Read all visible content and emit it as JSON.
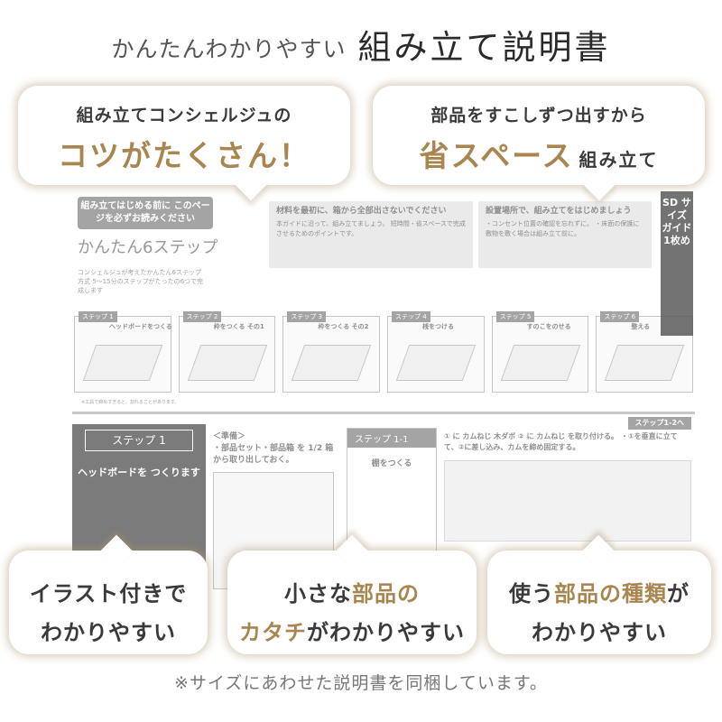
{
  "header": {
    "sub": "かんたんわかりやすい",
    "main": "組み立て説明書"
  },
  "bubbles": {
    "top_left": {
      "line1": "組み立てコンシェルジュの",
      "line2": "コツがたくさん！"
    },
    "top_right": {
      "line1": "部品をすこしずつ出すから",
      "line2": "省スペース",
      "line2_small": "組み立て"
    },
    "bottom_left": {
      "line1": "イラスト付きで",
      "line2": "わかりやすい"
    },
    "bottom_center": {
      "line1_plain": "小さな",
      "line1_gold": "部品の",
      "line2_gold": "カタチ",
      "line2_plain": "がわかりやすい"
    },
    "bottom_right": {
      "line1_plain": "使う",
      "line1_gold": "部品の種類",
      "line1_end": "が",
      "line2": "わかりやすい"
    }
  },
  "manual": {
    "intro_title": "組み立てはじめる前に このページを必ずお読みください",
    "easy6": "かんたん6ステップ",
    "easy6_sub": "コンシェルジュが考えたかんたん6ステップ方式 5〜15分のステップがたったの6つで完成します",
    "warn1_title": "材料を最初に、箱から全部出さないでください",
    "warn1_text": "本ガイドに沿って、組み立てましょう。 短時間・省スペースで完成させるためのポイントです。",
    "warn2_title": "設置場所で、組み立てをはじめましょう",
    "warn2_text": "・コンセント位置の確認を忘れずに。 ・床面の保護に敷物を敷く場合は組み立て前に。",
    "sd_tab": "SD サイズ ガイド 1枚め",
    "steps": [
      {
        "num": "ステップ 1",
        "label": "ヘッドボードをつくる"
      },
      {
        "num": "ステップ 2",
        "label": "枠をつくる その1"
      },
      {
        "num": "ステップ 3",
        "label": "枠をつくる その2"
      },
      {
        "num": "ステップ 4",
        "label": "桟をつける"
      },
      {
        "num": "ステップ 5",
        "label": "すのこをのせる"
      },
      {
        "num": "ステップ 6",
        "label": "整える"
      }
    ],
    "footnote": "※工具で締めすぎると、割れることがあります。",
    "step1_tag": "ステップ 1",
    "step1_caption": "ヘッドボードを つくります",
    "prep_title": "＜準備＞",
    "prep_text": "・部品セット・部品箱 を 1/2 箱から取り出しておく。",
    "step11_head": "ステップ 1-1",
    "step11_title": "棚をつくる",
    "instr_ribbon": "ステップ1-2へ",
    "instr_text": "① に カムねじ 木ダボ ② に カムねじ を取り付ける。 ・①を垂直に立てて、②に差し込み、カムを締め固定する。"
  },
  "footer": "※サイズにあわせた説明書を同梱しています。"
}
